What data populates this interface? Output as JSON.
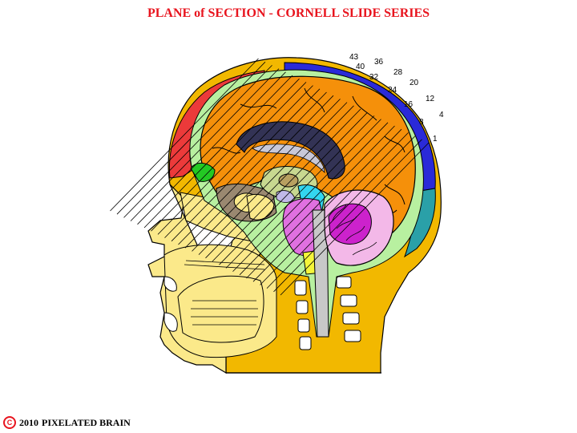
{
  "title": "PLANE of SECTION - CORNELL SLIDE SERIES",
  "plane_labels": [
    "43",
    "40",
    "36",
    "32",
    "28",
    "24",
    "20",
    "16",
    "12",
    "8",
    "4",
    "1"
  ],
  "footer": {
    "year_text": "2010",
    "credit": "PIXELATED BRAIN",
    "copyright_icon": "copyright-icon"
  },
  "colors": {
    "title": "#e8141e",
    "scalp": "#f2b800",
    "face": "#fbe98a",
    "cerebrum": "#f5900a",
    "dura_red": "#ec3a3a",
    "sinus_blue": "#2a2ad8",
    "csf": "#b8f0a0",
    "brainstem_pink": "#e070e0",
    "cerebellum_pink": "#f3b8e8",
    "vermis_magenta": "#cc22cc",
    "cyan_region": "#33d6f0",
    "yellow_region": "#f5f53a",
    "teal_region": "#2aa0a8",
    "green_region": "#23c823",
    "brown_region": "#9a8870",
    "corpus_callosum": "#333355"
  }
}
